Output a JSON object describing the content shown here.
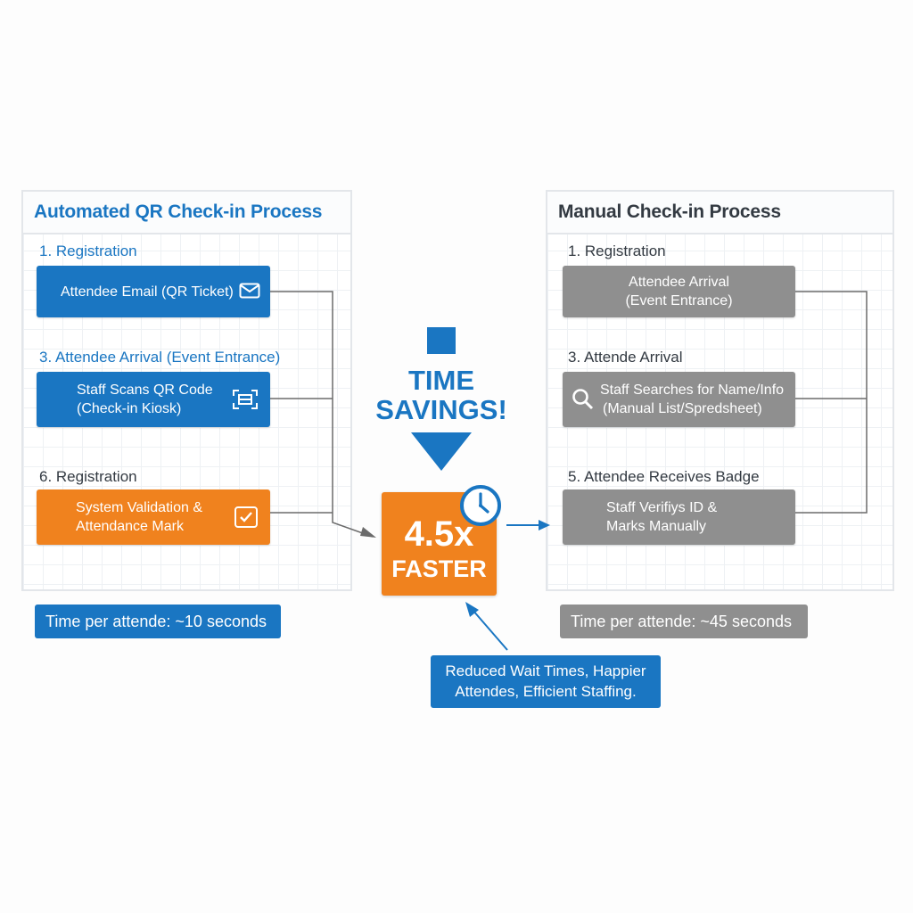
{
  "colors": {
    "blue": "#1a76c2",
    "orange": "#f0821e",
    "gray": "#8f8f8f"
  },
  "automated": {
    "title": "Automated QR Check-in Process",
    "steps": [
      {
        "label": "1. Registration",
        "box": [
          "Attendee Email (QR Ticket)"
        ],
        "icon": "envelope-icon"
      },
      {
        "label": "3. Attendee Arrival (Event Entrance)",
        "box": [
          "Staff Scans QR Code",
          "(Check-in Kiosk)"
        ],
        "icon": "qr-scan-icon"
      },
      {
        "label": "6. Registration",
        "box": [
          "System Validation &",
          "Attendance Mark"
        ],
        "icon": "checkbox-icon"
      }
    ],
    "time": "Time per attende: ~10 seconds"
  },
  "manual": {
    "title": "Manual Check-in Process",
    "steps": [
      {
        "label": "1. Registration",
        "box": [
          "Attendee Arrival",
          "(Event Entrance)"
        ]
      },
      {
        "label": "3. Attende Arrival",
        "box": [
          "Staff Searches for Name/Info",
          "(Manual List/Spredsheet)"
        ],
        "icon": "search-icon"
      },
      {
        "label": "5. Attendee Receives Badge",
        "box": [
          "Staff Verifiys ID &",
          "Marks Manually"
        ]
      }
    ],
    "time": "Time per attende: ~45 seconds"
  },
  "center": {
    "headline": [
      "TIME",
      "SAVINGS!"
    ],
    "multiplier": "4.5x",
    "faster": "FASTER",
    "benefit": [
      "Reduced Wait Times, Happier",
      "Attendes, Efficient Staffing."
    ]
  }
}
